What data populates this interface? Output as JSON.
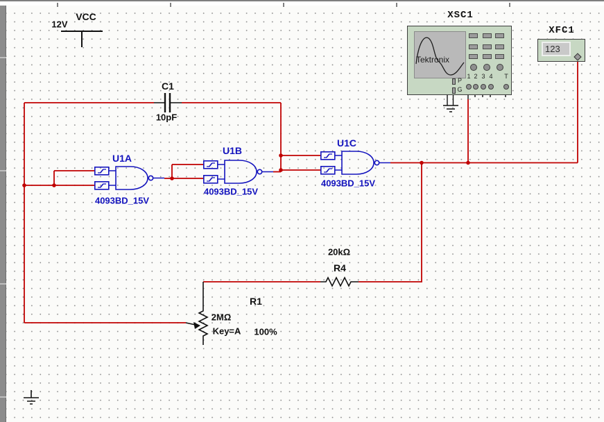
{
  "schematic": {
    "colors": {
      "wire": "#c00000",
      "logic": "#1414be",
      "instrument_body": "#c7d8c3",
      "component": "#111111"
    },
    "power_source": {
      "name": "VCC",
      "voltage": "12V"
    },
    "capacitor": {
      "ref": "C1",
      "value": "10pF"
    },
    "gates": [
      {
        "ref": "U1A",
        "model": "4093BD_15V"
      },
      {
        "ref": "U1B",
        "model": "4093BD_15V"
      },
      {
        "ref": "U1C",
        "model": "4093BD_15V"
      }
    ],
    "resistor": {
      "ref": "R4",
      "value": "20kΩ"
    },
    "potentiometer": {
      "ref": "R1",
      "value": "2MΩ",
      "key": "Key=A",
      "setting": "100%"
    },
    "oscilloscope": {
      "ref": "XSC1",
      "screen_brand": "Tektronix",
      "probe_label": "P",
      "ground_label": "G",
      "channel_labels": [
        "1",
        "2",
        "3",
        "4"
      ],
      "trigger_label": "T"
    },
    "frequency_counter": {
      "ref": "XFC1",
      "reading": "123"
    }
  }
}
